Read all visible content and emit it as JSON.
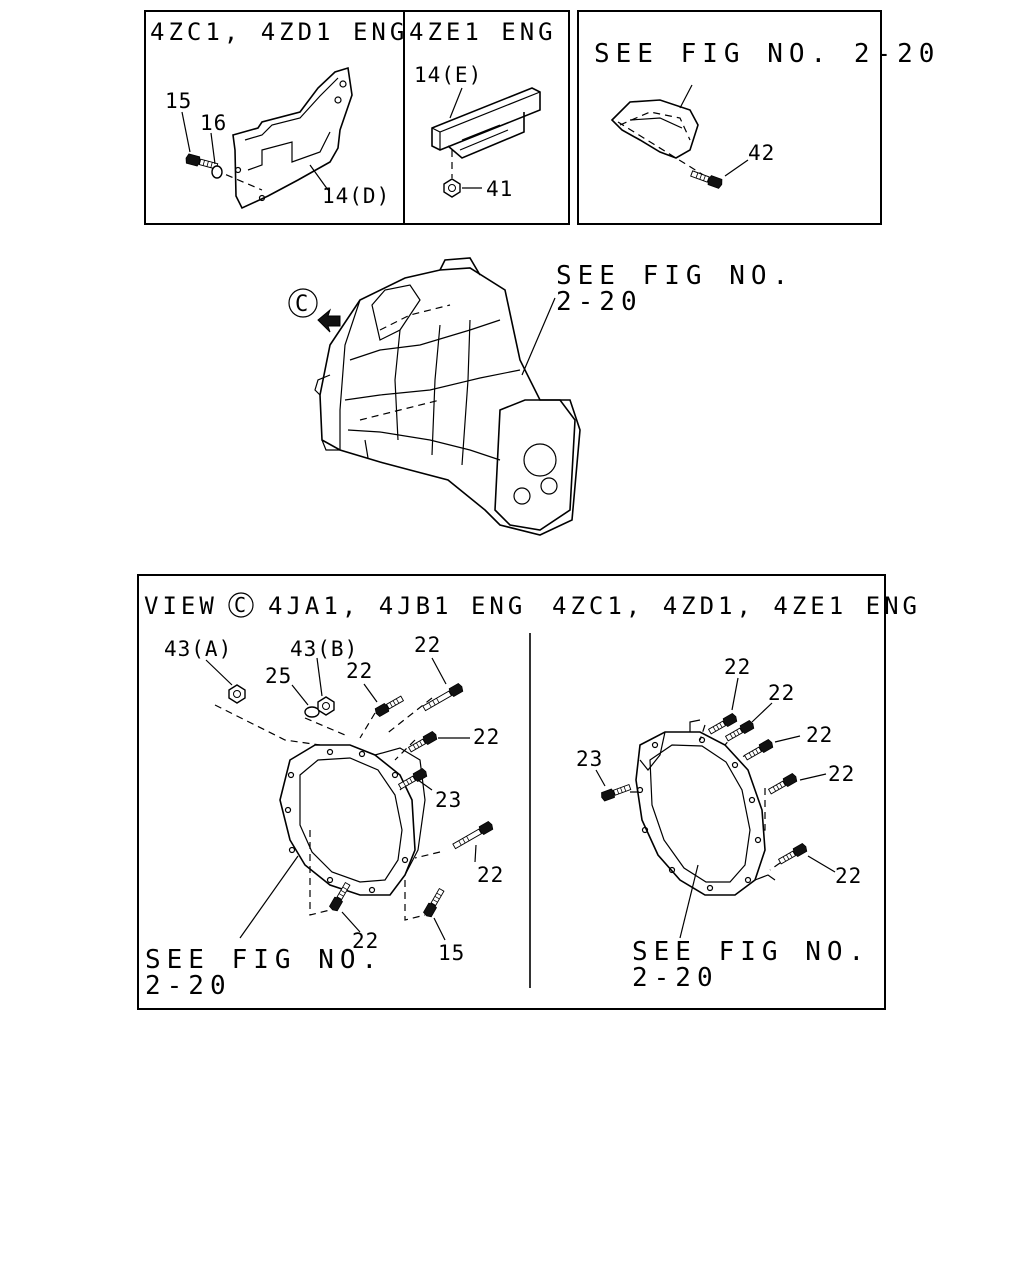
{
  "top_left_panel": {
    "header_left": "4ZC1, 4ZD1  ENG",
    "header_right": "4ZE1  ENG",
    "labels": {
      "p15": "15",
      "p16": "16",
      "p14d": "14(D)",
      "p14e": "14(E)",
      "p41": "41"
    }
  },
  "top_right_panel": {
    "see_fig": "SEE FIG NO. 2-20",
    "label_42": "42"
  },
  "middle": {
    "view_marker": "C",
    "see_fig_line1": "SEE FIG NO.",
    "see_fig_line2": "2-20"
  },
  "bottom_panel": {
    "header_view": "VIEW",
    "header_view_marker": "C",
    "header_left_engines": "4JA1, 4JB1  ENG",
    "header_right_engines": "4ZC1, 4ZD1, 4ZE1  ENG",
    "left": {
      "p43a": "43(A)",
      "p43b": "43(B)",
      "p25": "25",
      "p22_a": "22",
      "p22_b": "22",
      "p22_c": "22",
      "p22_d": "22",
      "p22_e": "22",
      "p23": "23",
      "p15": "15",
      "see_fig_line1": "SEE FIG NO.",
      "see_fig_line2": "2-20"
    },
    "right": {
      "p23": "23",
      "p22_a": "22",
      "p22_b": "22",
      "p22_c": "22",
      "p22_d": "22",
      "p22_e": "22",
      "see_fig_line1": "SEE FIG NO.",
      "see_fig_line2": "2-20"
    }
  }
}
